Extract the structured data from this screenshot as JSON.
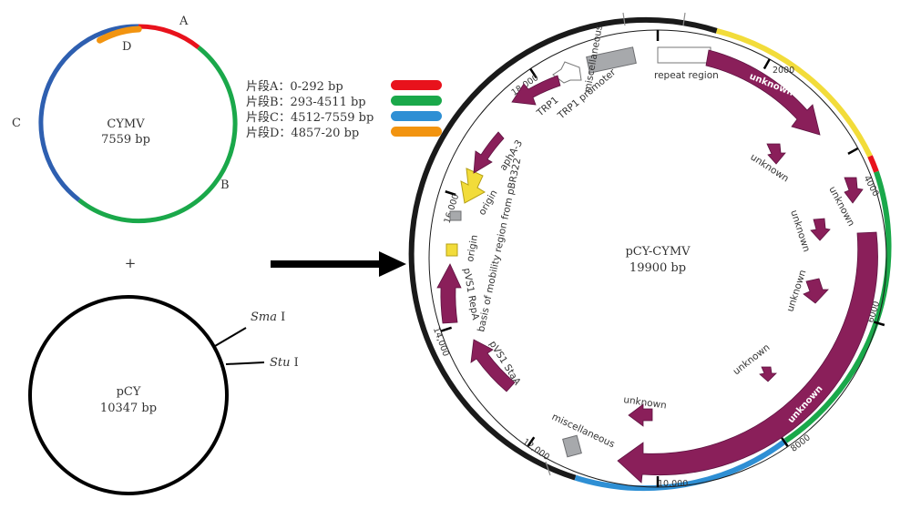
{
  "cymv": {
    "name": "CYMV",
    "size": "7559 bp",
    "label_a": "A",
    "label_b": "B",
    "label_c": "C",
    "label_d": "D"
  },
  "legend": {
    "items": [
      {
        "text": "片段A：0-292 bp",
        "color": "#e8121c"
      },
      {
        "text": "片段B：293-4511 bp",
        "color": "#1aa84a"
      },
      {
        "text": "片段C：4512-7559 bp",
        "color": "#2e8fd4"
      },
      {
        "text": "片段D：4857-20 bp",
        "color": "#f29410"
      }
    ]
  },
  "plus_sign": "+",
  "pcy": {
    "name": "pCY",
    "size": "10347 bp",
    "sma_italic": "Sma",
    "sma_roman": " I",
    "stu_italic": "Stu",
    "stu_roman": " I"
  },
  "pcy_cymv": {
    "name": "pCY-CYMV",
    "size": "19900 bp",
    "ticks": [
      "2000",
      "4000",
      "6000",
      "8000",
      "10,000",
      "12,000",
      "14,000",
      "16,000",
      "18,000"
    ],
    "features": {
      "repeat_region": "repeat region",
      "misc1": "miscellaneous",
      "trp1_promoter": "TRP1 promoter",
      "trp1": "TRP1",
      "apha3": "aphA-3",
      "origin_pbr322": "origin",
      "mobility": "basis of mobility region from pBR322",
      "origin2": "origin",
      "pvs1_repa": "pVS1 RepA",
      "pvs1_staa": "pVS1 StaA",
      "misc2": "miscellaneous",
      "unknown_big1": "unknown",
      "unknown_big2": "unknown",
      "unknown_1": "unknown",
      "unknown_2": "unknown",
      "unknown_3": "unknown",
      "unknown_4": "unknown",
      "unknown_5": "unknown",
      "unknown_6": "unknown"
    },
    "colors": {
      "feature": "#8a1f5a",
      "yellow": "#f2dc3a",
      "red": "#e8121c",
      "green": "#1aa84a",
      "blue": "#2e8fd4",
      "grey": "#a7a9ac"
    }
  }
}
